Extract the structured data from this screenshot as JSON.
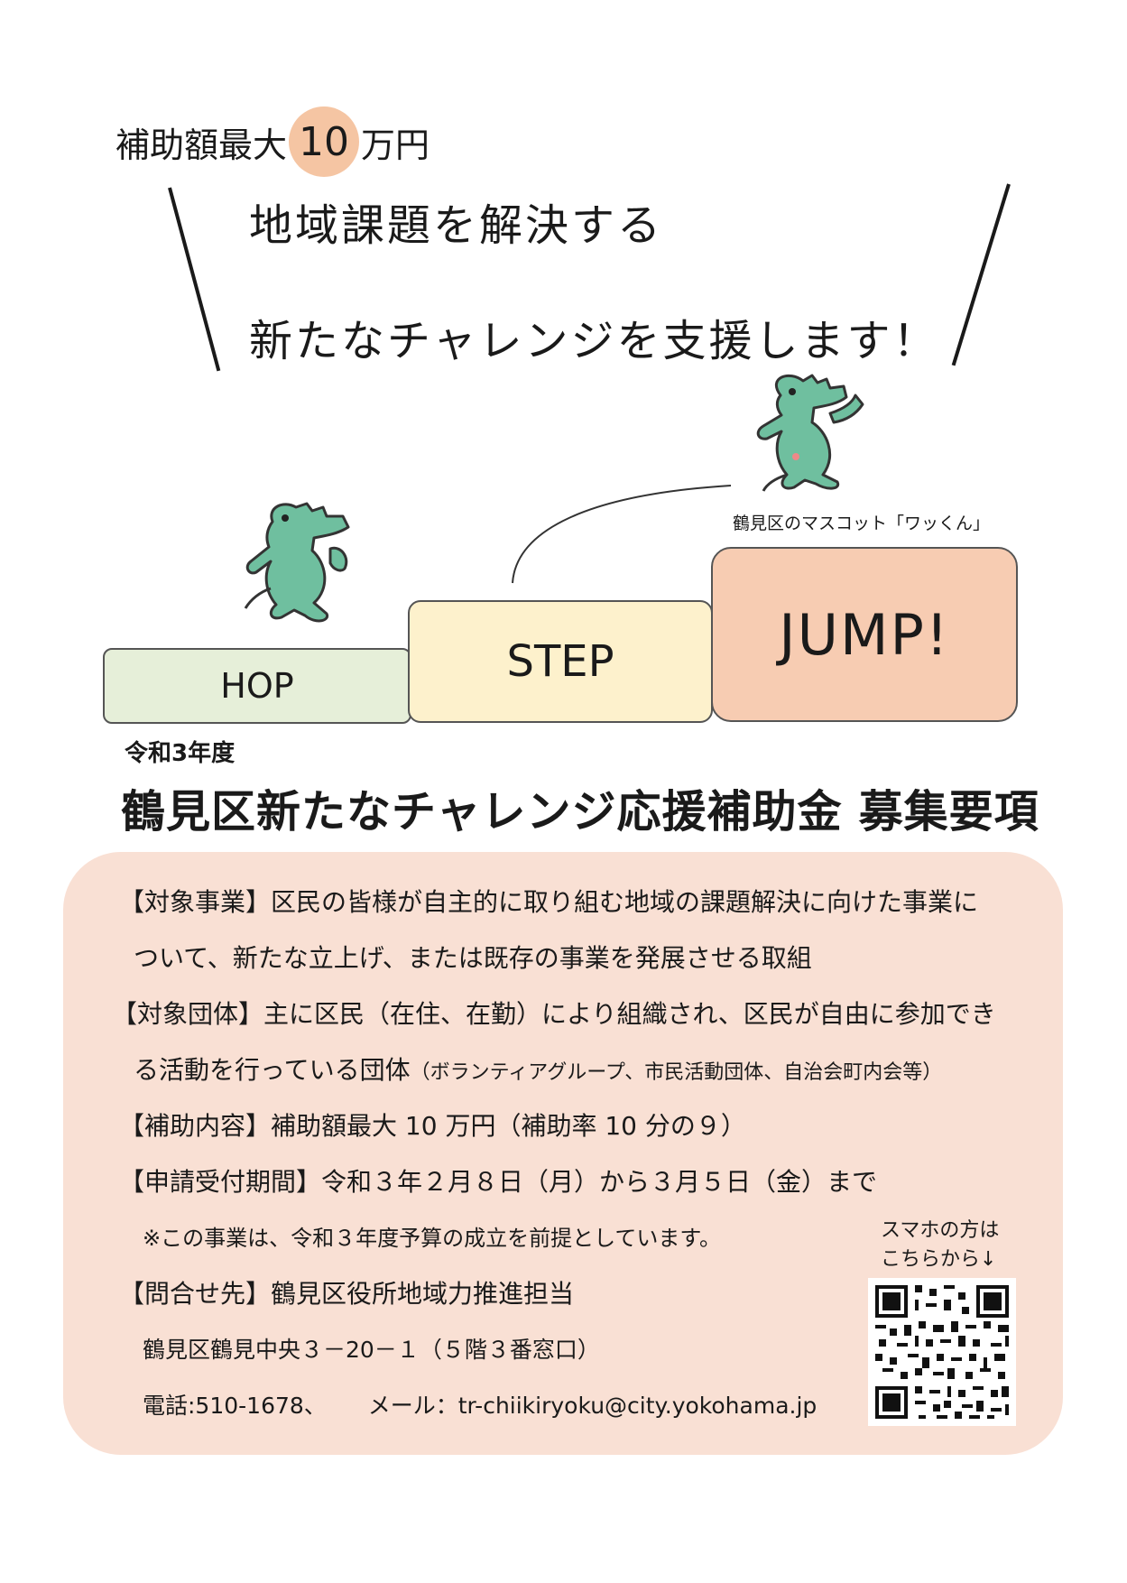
{
  "header": {
    "cap_prefix": "補助額最大",
    "cap_amount": "10",
    "cap_suffix": "万円",
    "line1": "地域課題を解決する",
    "line2": "新たなチャレンジを支援します！"
  },
  "steps": {
    "hop": "HOP",
    "step": "STEP",
    "jump": "JUMP!"
  },
  "mascot": {
    "caption": "鶴見区のマスコット「ワッくん」",
    "color": "#6fbf9f"
  },
  "heading": {
    "fiscal_year": "令和3年度",
    "title": "鶴見区新たなチャレンジ応援補助金 募集要項"
  },
  "details": {
    "target_project_label": "【対象事業】",
    "target_project_1": "区民の皆様が自主的に取り組む地域の課題解決に向けた事業に",
    "target_project_2": "ついて、新たな立上げ、または既存の事業を発展させる取組",
    "target_group_label": "【対象団体】",
    "target_group_1": "主に区民（在住、在勤）により組織され、区民が自由に参加でき",
    "target_group_2": "る活動を行っている団体",
    "target_group_note": "（ボランティアグループ、市民活動団体、自治会町内会等）",
    "subsidy_label": "【補助内容】",
    "subsidy_text": "補助額最大 10 万円（補助率 10 分の９）",
    "period_label": "【申請受付期間】",
    "period_text": "令和３年２月８日（月）から３月５日（金）まで",
    "note": "※この事業は、令和３年度予算の成立を前提としています。",
    "contact_label": "【問合せ先】",
    "contact_text": "鶴見区役所地域力推進担当",
    "address": "鶴見区鶴見中央３－20－１（５階３番窓口）",
    "phone": "電話:510-1678、",
    "mail": "メール：tr-chiikiryoku@city.yokohama.jp"
  },
  "qr": {
    "caption_1": "スマホの方は",
    "caption_2": "こちらから↓"
  },
  "colors": {
    "cap_circle": "#f5c5a3",
    "hop": "#e6efd9",
    "step": "#fdf1cc",
    "jump": "#f7ccb2",
    "panel": "#f9e0d4"
  }
}
